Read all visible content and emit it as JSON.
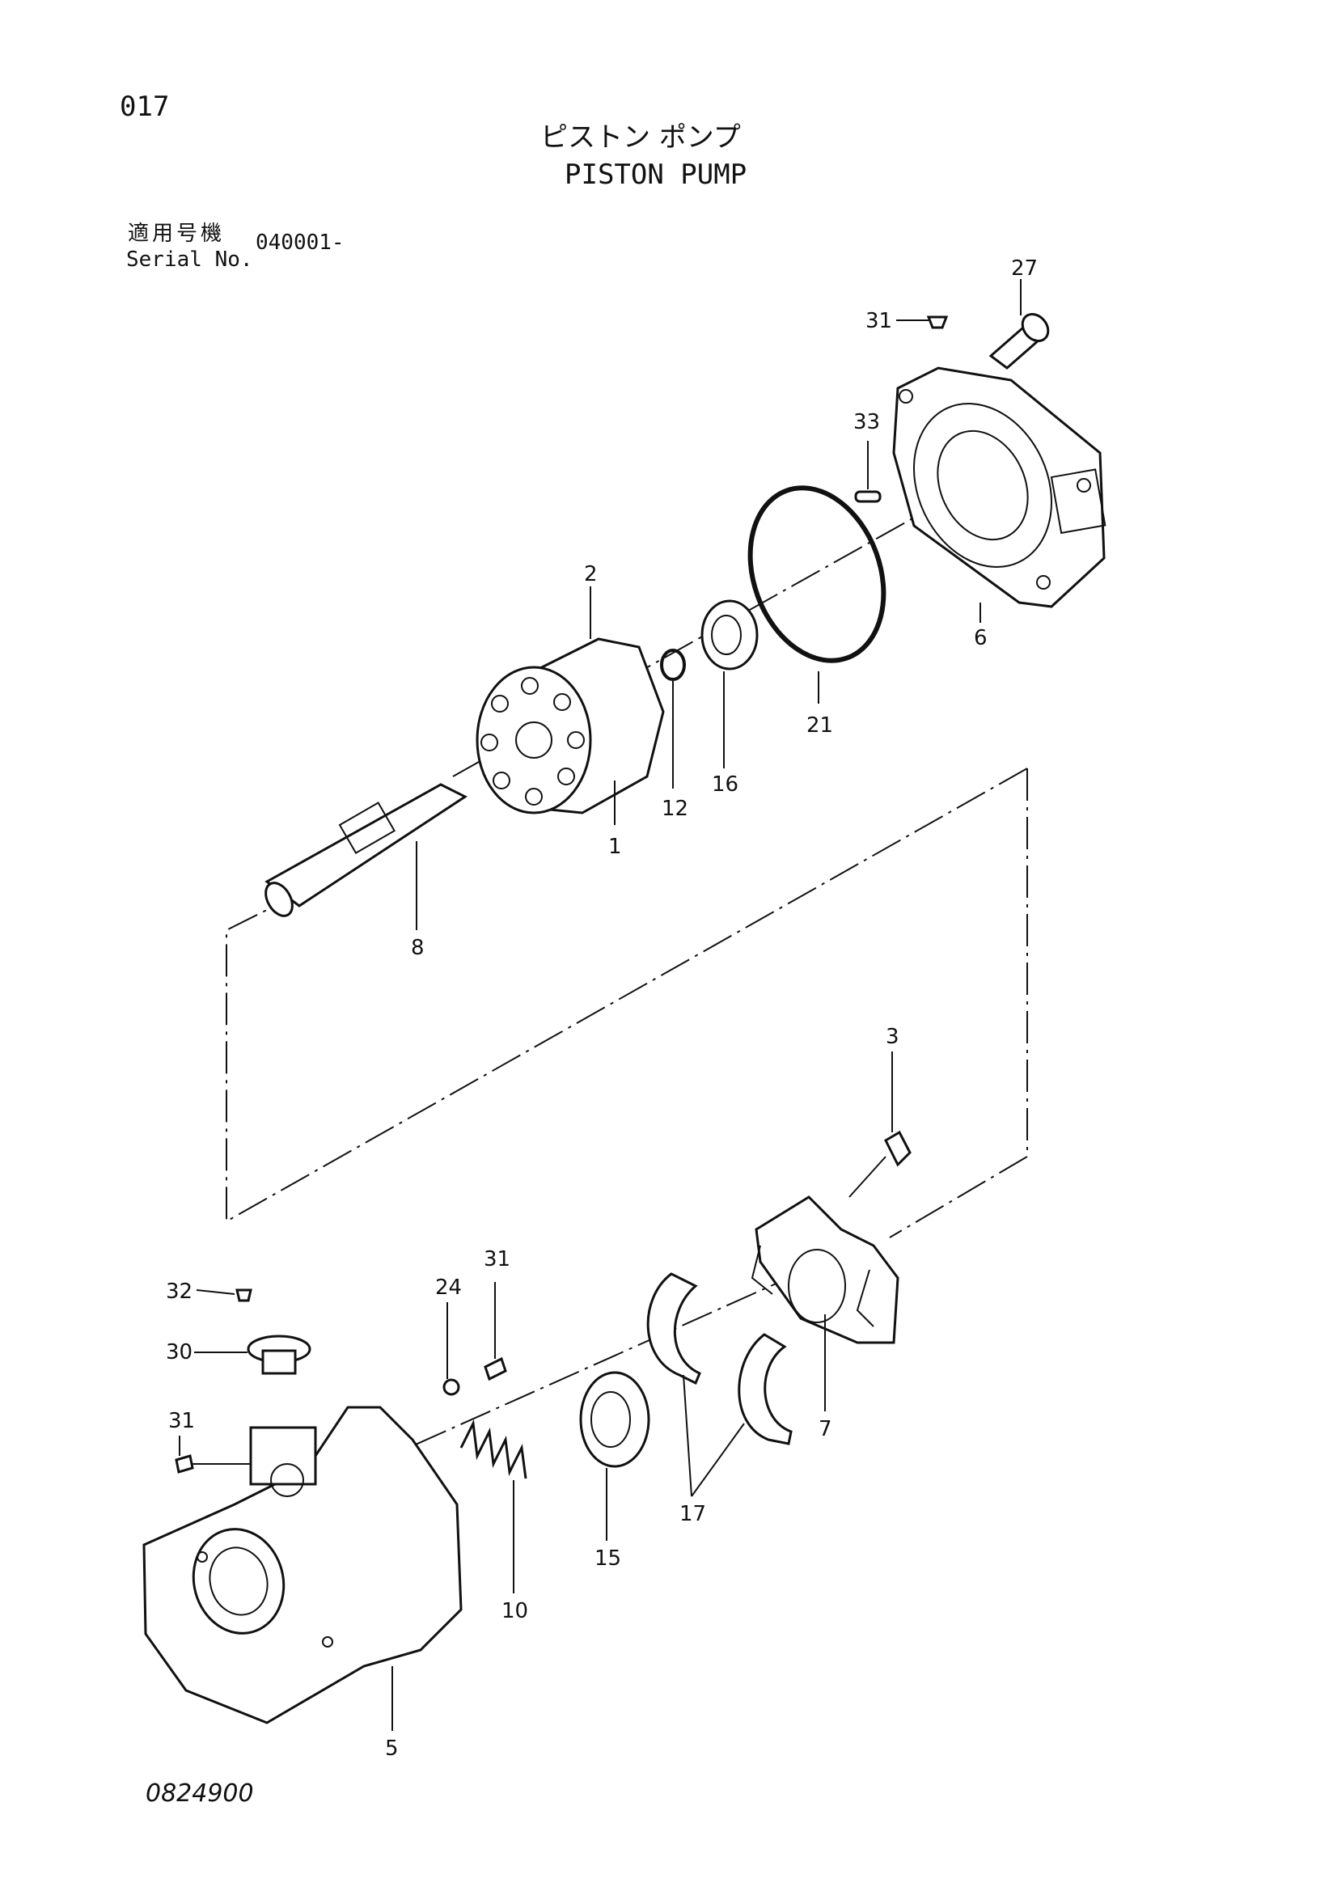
{
  "page": {
    "number": "017",
    "title_jp": "ピストン ポンプ",
    "title_en": "PISTON PUMP",
    "serial_label_jp": "適用号機",
    "serial_label_en": "Serial No.",
    "serial_value": "040001-",
    "drawing_number": "0824900"
  },
  "callouts": [
    "27",
    "31",
    "33",
    "6",
    "21",
    "2",
    "16",
    "12",
    "1",
    "8",
    "3",
    "7",
    "17",
    "32",
    "30",
    "31",
    "24",
    "31",
    "10",
    "15",
    "5"
  ]
}
